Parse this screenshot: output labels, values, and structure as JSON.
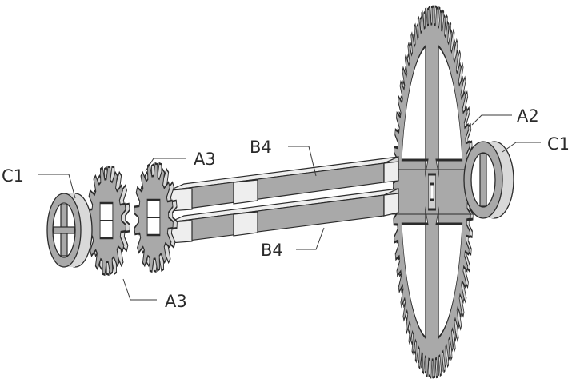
{
  "diagram": {
    "type": "exploded-assembly",
    "labels": {
      "c1_left": "C1",
      "c1_right": "C1",
      "a2": "A2",
      "a3_top": "A3",
      "a3_bottom": "A3",
      "b4_top": "B4",
      "b4_bottom": "B4"
    },
    "colors": {
      "part_face": "#a9a9a9",
      "part_side": "#d6d6d6",
      "part_light": "#eeeeee",
      "outline": "#2b2b2b",
      "background": "#ffffff"
    },
    "parts": {
      "large_gear_teeth": 64,
      "small_gear_teeth": 16
    }
  }
}
